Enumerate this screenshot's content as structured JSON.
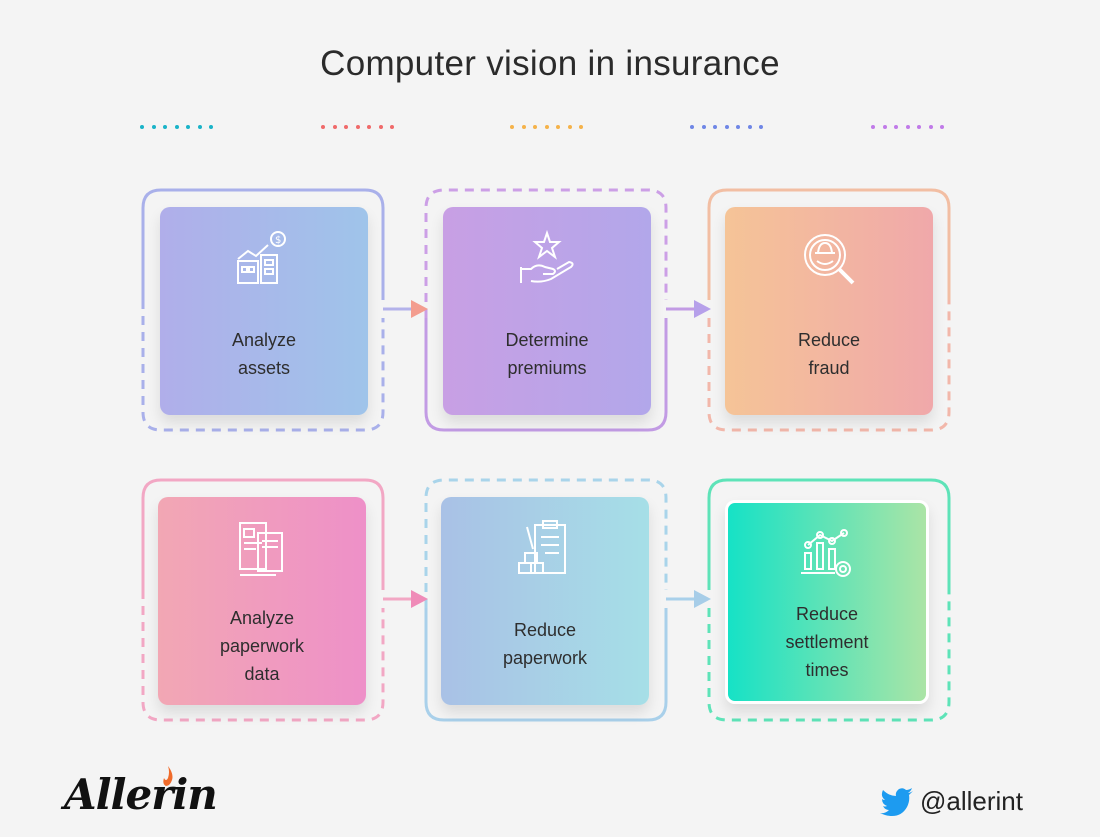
{
  "title": "Computer vision in insurance",
  "dot_colors": [
    "#1ab3c8",
    "#f06a6a",
    "#f5b24a",
    "#6f86e6",
    "#c07ae8"
  ],
  "steps": [
    {
      "line1": "Analyze",
      "line2": "assets",
      "line3": "",
      "icon": "property-value-icon"
    },
    {
      "line1": "Determine",
      "line2": "premiums",
      "line3": "",
      "icon": "hand-star-icon"
    },
    {
      "line1": "Reduce",
      "line2": "fraud",
      "line3": "",
      "icon": "magnifier-spy-icon"
    },
    {
      "line1": "Analyze",
      "line2": "paperwork",
      "line3": "data",
      "icon": "documents-icon"
    },
    {
      "line1": "Reduce",
      "line2": "paperwork",
      "line3": "",
      "icon": "clipboard-boxes-icon"
    },
    {
      "line1": "Reduce",
      "line2": "settlement",
      "line3": "times",
      "icon": "chart-gears-icon"
    }
  ],
  "brand": "Allerin",
  "handle": "@allerint"
}
